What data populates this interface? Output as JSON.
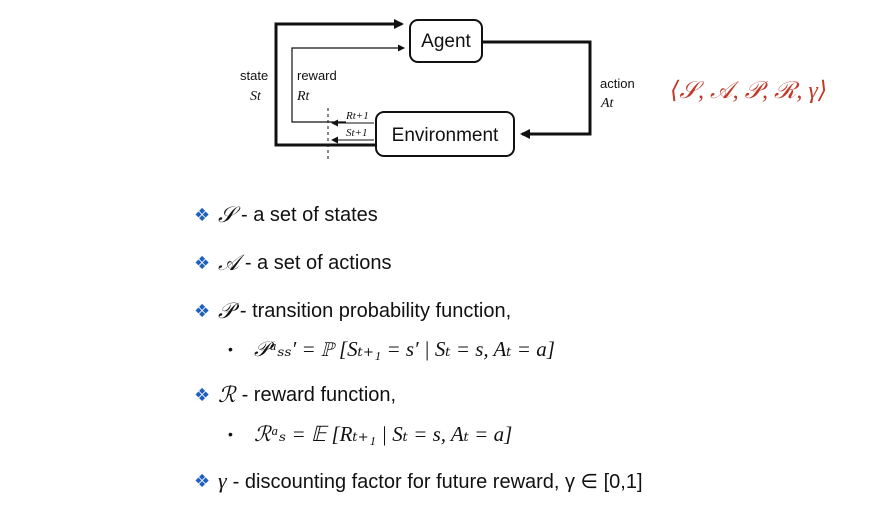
{
  "diagram": {
    "agent_label": "Agent",
    "environment_label": "Environment",
    "state_label": "state",
    "state_symbol": "St",
    "reward_label": "reward",
    "reward_symbol": "Rt",
    "action_label": "action",
    "action_symbol": "At",
    "next_reward_symbol": "Rt+1",
    "next_state_symbol": "St+1"
  },
  "tuple": "⟨𝒮, 𝒜, 𝒫, ℛ, γ⟩",
  "bullets": [
    {
      "symbol": "𝒮",
      "text": "- a set of states"
    },
    {
      "symbol": "𝒜",
      "text": "- a set of actions"
    },
    {
      "symbol": "𝒫",
      "text": "- transition probability function,"
    },
    {
      "symbol": "ℛ",
      "text": "- reward function,"
    },
    {
      "symbol": "γ",
      "text": "- discounting factor for future reward, γ ∈ [0,1]"
    }
  ],
  "equations": {
    "transition": "𝒫ᵃₛₛ′ = ℙ [Sₜ₊₁ = s′ | Sₜ = s, Aₜ = a]",
    "reward": "ℛᵃₛ = 𝔼 [Rₜ₊₁ | Sₜ = s, Aₜ = a]"
  },
  "colors": {
    "bullet": "#1f5fbf",
    "tuple": "#c0392b",
    "line": "#111111"
  }
}
